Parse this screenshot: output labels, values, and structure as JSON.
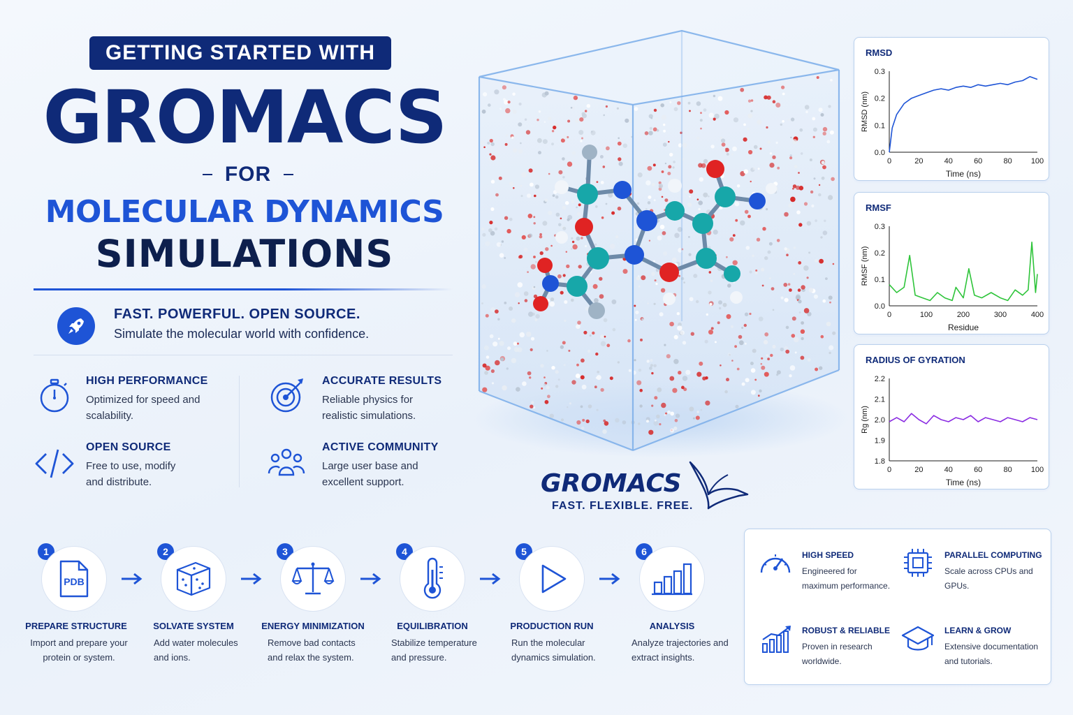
{
  "hero": {
    "kicker": "GETTING STARTED WITH",
    "title": "GROMACS",
    "for": "FOR",
    "subtitle_line1": "MOLECULAR DYNAMICS",
    "subtitle_line2": "SIMULATIONS"
  },
  "tagline": {
    "title": "FAST. POWERFUL. OPEN SOURCE.",
    "subtitle": "Simulate the molecular world with confidence.",
    "icon": "rocket-icon"
  },
  "features": [
    {
      "title": "HIGH PERFORMANCE",
      "desc": "Optimized for speed and scalability.",
      "icon": "stopwatch-icon"
    },
    {
      "title": "ACCURATE RESULTS",
      "desc": "Reliable physics for realistic simulations.",
      "icon": "target-icon"
    },
    {
      "title": "OPEN SOURCE",
      "desc": "Free to use, modify and distribute.",
      "icon": "code-icon"
    },
    {
      "title": "ACTIVE COMMUNITY",
      "desc": "Large user base and excellent support.",
      "icon": "users-icon"
    }
  ],
  "brand": {
    "name": "GROMACS",
    "tagline": "FAST. FLEXIBLE. FREE."
  },
  "chart_data": [
    {
      "type": "line",
      "title": "RMSD",
      "xlabel": "Time (ns)",
      "ylabel": "RMSD (nm)",
      "xlim": [
        0,
        100
      ],
      "ylim": [
        0,
        0.3
      ],
      "xticks": [
        "0",
        "20",
        "40",
        "60",
        "80",
        "100"
      ],
      "yticks": [
        "0.0",
        "0.1",
        "0.2",
        "0.3"
      ],
      "color": "#1e54d6",
      "x": [
        0,
        2,
        5,
        10,
        15,
        20,
        25,
        30,
        35,
        40,
        45,
        50,
        55,
        60,
        65,
        70,
        75,
        80,
        85,
        90,
        95,
        100
      ],
      "y": [
        0.0,
        0.09,
        0.14,
        0.18,
        0.2,
        0.21,
        0.22,
        0.23,
        0.235,
        0.23,
        0.24,
        0.245,
        0.24,
        0.25,
        0.245,
        0.25,
        0.255,
        0.25,
        0.26,
        0.265,
        0.28,
        0.27
      ]
    },
    {
      "type": "line",
      "title": "RMSF",
      "xlabel": "Residue",
      "ylabel": "RMSF (nm)",
      "xlim": [
        0,
        400
      ],
      "ylim": [
        0,
        0.3
      ],
      "xticks": [
        "0",
        "100",
        "200",
        "300",
        "400"
      ],
      "yticks": [
        "0.0",
        "0.1",
        "0.2",
        "0.3"
      ],
      "color": "#2ec43a",
      "x": [
        0,
        20,
        40,
        55,
        70,
        90,
        110,
        130,
        150,
        170,
        180,
        200,
        215,
        230,
        250,
        275,
        300,
        320,
        340,
        360,
        375,
        385,
        395,
        400
      ],
      "y": [
        0.08,
        0.05,
        0.07,
        0.19,
        0.04,
        0.03,
        0.02,
        0.05,
        0.03,
        0.02,
        0.07,
        0.03,
        0.14,
        0.04,
        0.03,
        0.05,
        0.03,
        0.02,
        0.06,
        0.04,
        0.06,
        0.24,
        0.05,
        0.12
      ]
    },
    {
      "type": "line",
      "title": "RADIUS OF GYRATION",
      "xlabel": "Time (ns)",
      "ylabel": "Rg (nm)",
      "xlim": [
        0,
        100
      ],
      "ylim": [
        1.8,
        2.2
      ],
      "xticks": [
        "0",
        "20",
        "40",
        "60",
        "80",
        "100"
      ],
      "yticks": [
        "1.8",
        "1.9",
        "2.0",
        "2.1",
        "2.2"
      ],
      "color": "#8a2be2",
      "x": [
        0,
        5,
        10,
        15,
        20,
        25,
        30,
        35,
        40,
        45,
        50,
        55,
        60,
        65,
        70,
        75,
        80,
        85,
        90,
        95,
        100
      ],
      "y": [
        1.99,
        2.01,
        1.99,
        2.03,
        2.0,
        1.98,
        2.02,
        2.0,
        1.99,
        2.01,
        2.0,
        2.02,
        1.99,
        2.01,
        2.0,
        1.99,
        2.01,
        2.0,
        1.99,
        2.01,
        2.0
      ]
    }
  ],
  "workflow": [
    {
      "num": "1",
      "title": "PREPARE STRUCTURE",
      "desc": "Import and prepare your protein or system.",
      "icon": "pdb-file-icon",
      "icon_text": "PDB"
    },
    {
      "num": "2",
      "title": "SOLVATE SYSTEM",
      "desc": "Add water molecules and ions.",
      "icon": "cube-icon"
    },
    {
      "num": "3",
      "title": "ENERGY MINIMIZATION",
      "desc": "Remove bad contacts and relax the system.",
      "icon": "scale-icon"
    },
    {
      "num": "4",
      "title": "EQUILIBRATION",
      "desc": "Stabilize temperature and pressure.",
      "icon": "thermometer-icon"
    },
    {
      "num": "5",
      "title": "PRODUCTION RUN",
      "desc": "Run the molecular dynamics simulation.",
      "icon": "play-icon"
    },
    {
      "num": "6",
      "title": "ANALYSIS",
      "desc": "Analyze trajectories and extract insights.",
      "icon": "bar-chart-icon"
    }
  ],
  "benefits": [
    {
      "title": "HIGH SPEED",
      "desc": "Engineered for maximum performance.",
      "icon": "speedometer-icon"
    },
    {
      "title": "PARALLEL COMPUTING",
      "desc": "Scale across CPUs and GPUs.",
      "icon": "cpu-icon"
    },
    {
      "title": "ROBUST & RELIABLE",
      "desc": "Proven in research worldwide.",
      "icon": "growth-chart-icon"
    },
    {
      "title": "LEARN & GROW",
      "desc": "Extensive documentation and tutorials.",
      "icon": "graduation-cap-icon"
    }
  ],
  "colors": {
    "navy": "#0f2a78",
    "blue": "#1e54d6",
    "rmsd": "#1e54d6",
    "rmsf": "#2ec43a",
    "rg": "#8a2be2"
  }
}
